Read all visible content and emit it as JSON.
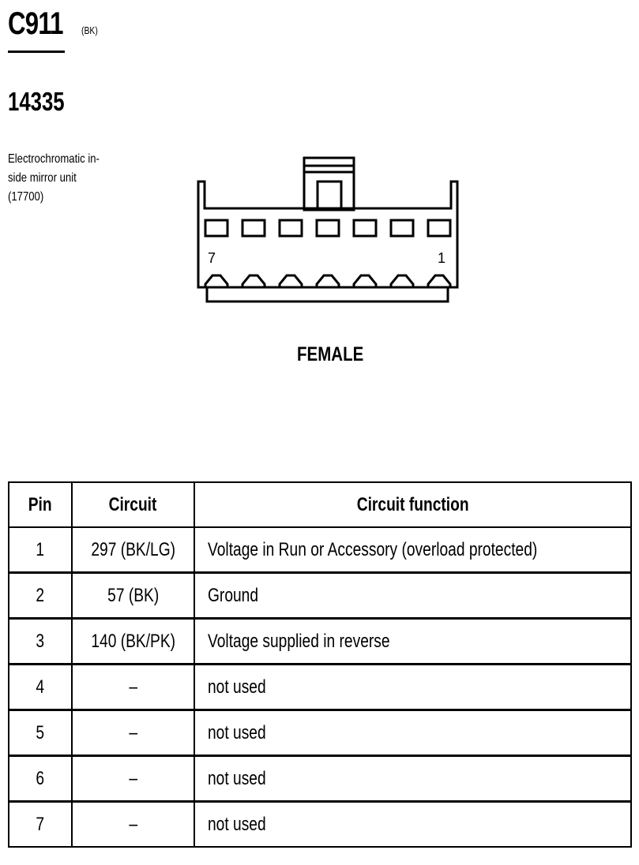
{
  "connector": {
    "id": "C911",
    "color_code": "(BK)",
    "part_number": "14335",
    "description_lines": [
      "Electrochromatic in-",
      "side mirror unit",
      "(17700)"
    ],
    "pin_left_label": "7",
    "pin_right_label": "1",
    "gender": "FEMALE"
  },
  "table": {
    "headers": [
      "Pin",
      "Circuit",
      "Circuit function"
    ],
    "rows": [
      {
        "pin": "1",
        "circuit": "297 (BK/LG)",
        "function": "Voltage in Run or Accessory (overload protected)"
      },
      {
        "pin": "2",
        "circuit": "57 (BK)",
        "function": "Ground"
      },
      {
        "pin": "3",
        "circuit": "140 (BK/PK)",
        "function": "Voltage supplied in reverse"
      },
      {
        "pin": "4",
        "circuit": "–",
        "function": "not used"
      },
      {
        "pin": "5",
        "circuit": "–",
        "function": "not used"
      },
      {
        "pin": "6",
        "circuit": "–",
        "function": "not used"
      },
      {
        "pin": "7",
        "circuit": "–",
        "function": "not used"
      }
    ]
  }
}
